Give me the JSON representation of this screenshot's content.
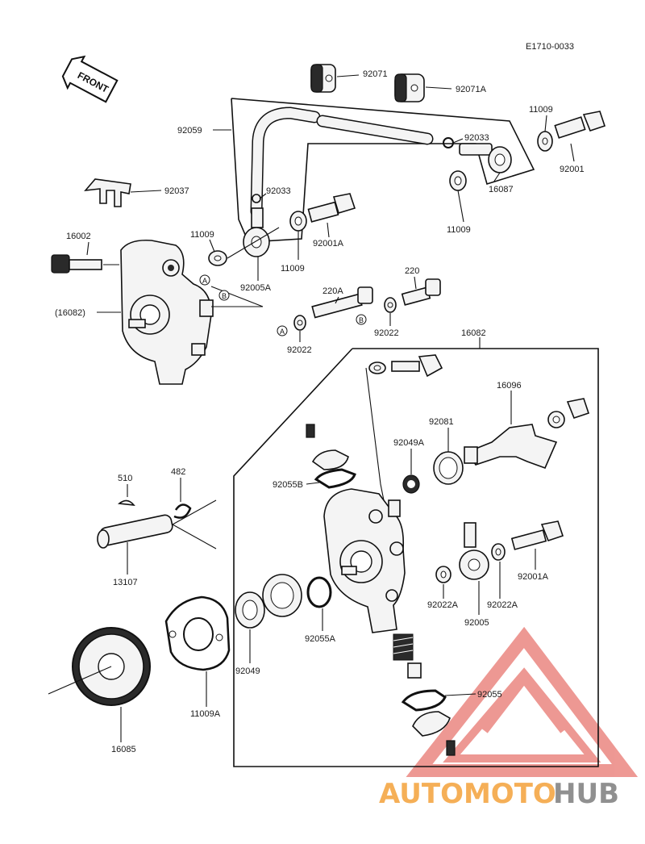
{
  "diagram_code": "E1710-0033",
  "front_label": "FRONT",
  "circle_markers": {
    "a": "A",
    "b": "B"
  },
  "parts": [
    {
      "key": "p92071",
      "label": "92071"
    },
    {
      "key": "p92071A",
      "label": "92071A"
    },
    {
      "key": "p92059",
      "label": "92059"
    },
    {
      "key": "p92033a",
      "label": "92033"
    },
    {
      "key": "p11009a",
      "label": "11009"
    },
    {
      "key": "p92001",
      "label": "92001"
    },
    {
      "key": "p16087",
      "label": "16087"
    },
    {
      "key": "p11009b",
      "label": "11009"
    },
    {
      "key": "p92037",
      "label": "92037"
    },
    {
      "key": "p92033b",
      "label": "92033"
    },
    {
      "key": "p92001A_top",
      "label": "92001A"
    },
    {
      "key": "p16002",
      "label": "16002"
    },
    {
      "key": "p11009c",
      "label": "11009"
    },
    {
      "key": "p11009d",
      "label": "11009"
    },
    {
      "key": "p92005A",
      "label": "92005A"
    },
    {
      "key": "p16082a",
      "label": "(16082)"
    },
    {
      "key": "p220A",
      "label": "220A"
    },
    {
      "key": "p220",
      "label": "220"
    },
    {
      "key": "p92022a",
      "label": "92022"
    },
    {
      "key": "p92022b",
      "label": "92022"
    },
    {
      "key": "p16082b",
      "label": "16082"
    },
    {
      "key": "p16096",
      "label": "16096"
    },
    {
      "key": "p92081",
      "label": "92081"
    },
    {
      "key": "p92049A",
      "label": "92049A"
    },
    {
      "key": "p92055B",
      "label": "92055B"
    },
    {
      "key": "p510",
      "label": "510"
    },
    {
      "key": "p482",
      "label": "482"
    },
    {
      "key": "p13107",
      "label": "13107"
    },
    {
      "key": "p92022A_l",
      "label": "92022A"
    },
    {
      "key": "p92022A_r",
      "label": "92022A"
    },
    {
      "key": "p92001A_bot",
      "label": "92001A"
    },
    {
      "key": "p92005",
      "label": "92005"
    },
    {
      "key": "p92055A",
      "label": "92055A"
    },
    {
      "key": "p92049",
      "label": "92049"
    },
    {
      "key": "p11009A",
      "label": "11009A"
    },
    {
      "key": "p16085",
      "label": "16085"
    },
    {
      "key": "p92055",
      "label": "92055"
    }
  ],
  "watermark": {
    "part1": "AUTOMOTO",
    "part2": "HUB"
  },
  "colors": {
    "watermark_red": "#e0453c",
    "watermark_orange": "#f4a23a",
    "watermark_gray": "#7d7d7d",
    "line": "#111111"
  }
}
